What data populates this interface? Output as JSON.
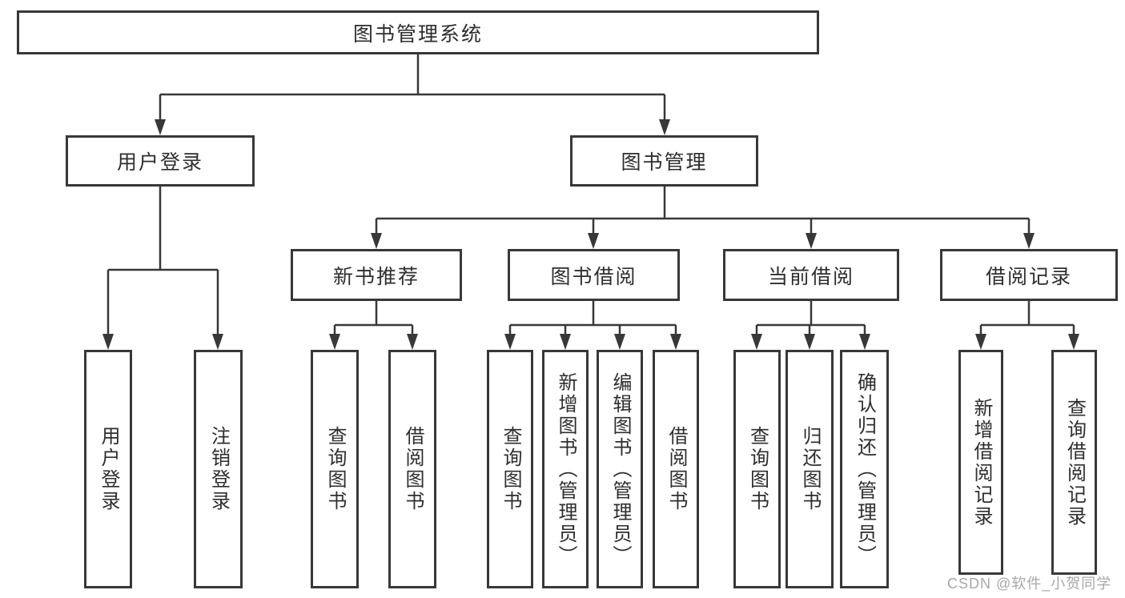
{
  "tree": {
    "label": "图书管理系统",
    "children": [
      {
        "label": "用户登录",
        "children": [
          {
            "label": "用户登录"
          },
          {
            "label": "注销登录"
          }
        ]
      },
      {
        "label": "图书管理",
        "children": [
          {
            "label": "新书推荐",
            "children": [
              {
                "label": "查询图书"
              },
              {
                "label": "借阅图书"
              }
            ]
          },
          {
            "label": "图书借阅",
            "children": [
              {
                "label": "查询图书"
              },
              {
                "label": "新增图书（管理员）"
              },
              {
                "label": "编辑图书（管理员）"
              },
              {
                "label": "借阅图书"
              }
            ]
          },
          {
            "label": "当前借阅",
            "children": [
              {
                "label": "查询图书"
              },
              {
                "label": "归还图书"
              },
              {
                "label": "确认归还（管理员）"
              }
            ]
          },
          {
            "label": "借阅记录",
            "children": [
              {
                "label": "新增借阅记录"
              },
              {
                "label": "查询借阅记录"
              }
            ]
          }
        ]
      }
    ]
  },
  "watermark": {
    "text": "CSDN @软件_小贺同学"
  },
  "colors": {
    "line": "#383838",
    "text": "#2e2e2e",
    "watermark": "#a0a0a0",
    "background": "#ffffff"
  }
}
